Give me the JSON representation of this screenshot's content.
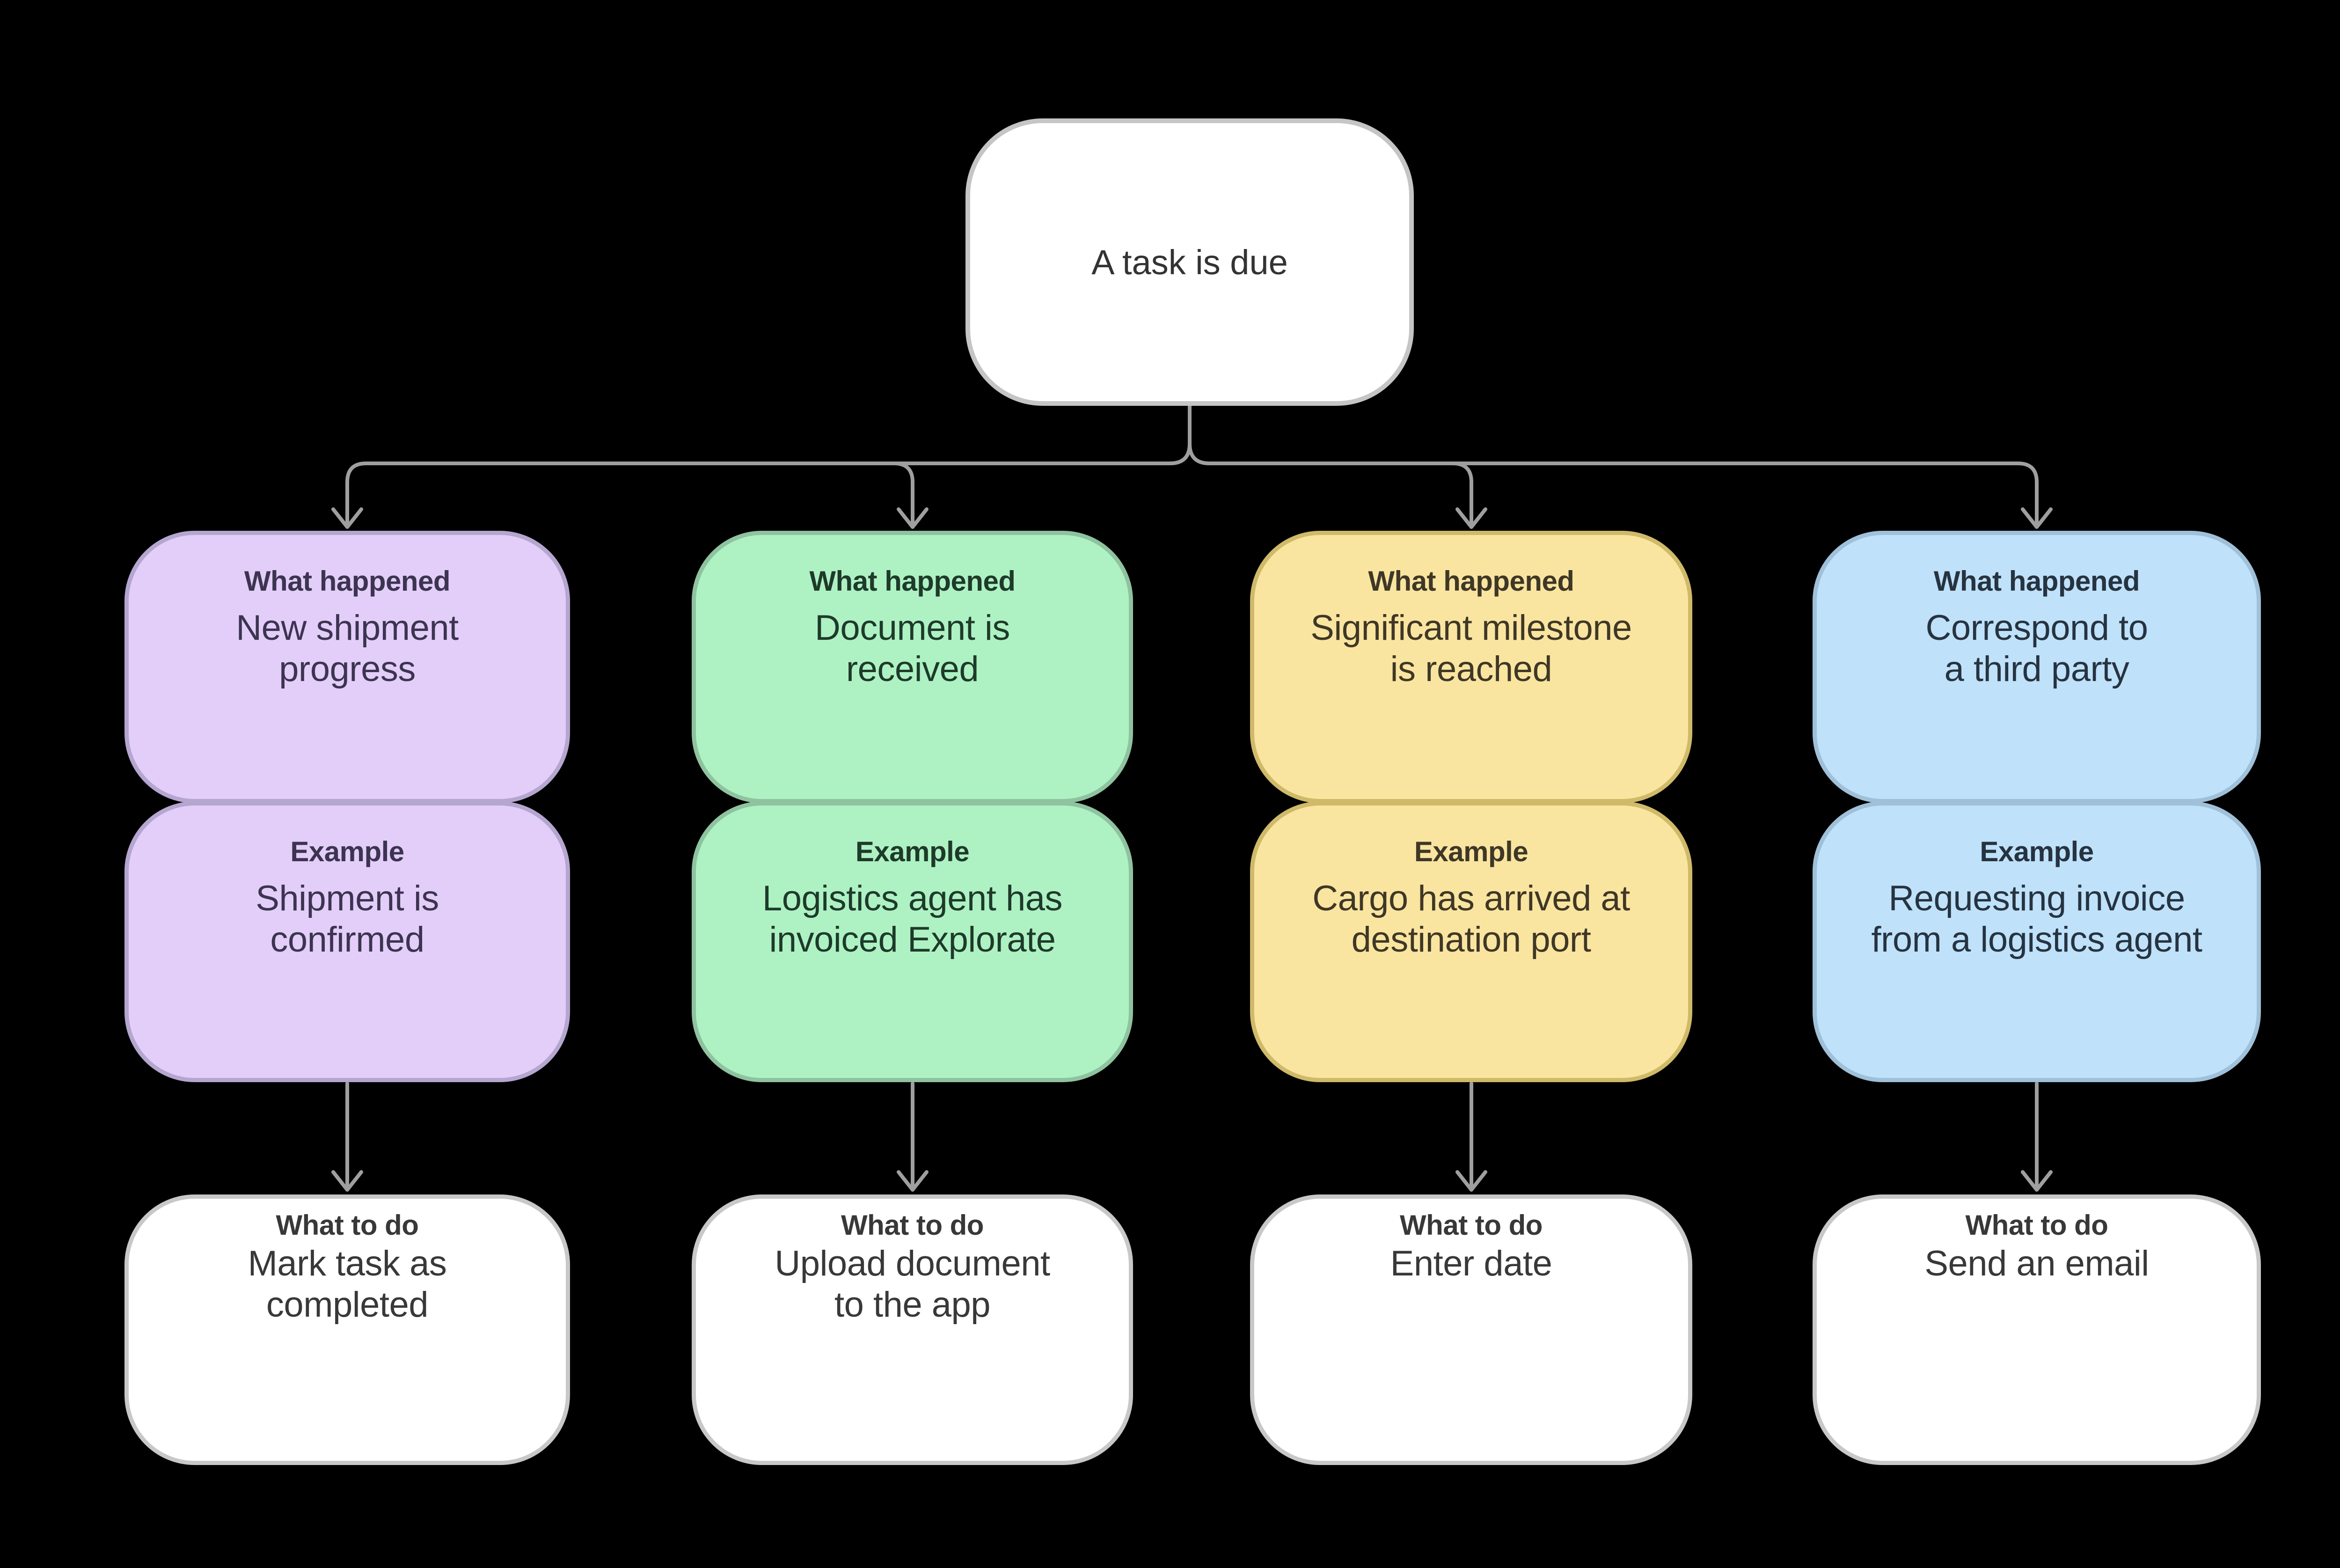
{
  "background": "#000000",
  "root": {
    "label": "A task is due"
  },
  "labels": {
    "what_happened": "What happened",
    "example": "Example",
    "what_to_do": "What to do"
  },
  "columns": [
    {
      "name": "new-shipment-progress",
      "palette": "purple",
      "what_happened": [
        "New shipment",
        "progress"
      ],
      "example": [
        "Shipment is",
        "confirmed"
      ],
      "what_to_do": [
        "Mark task as",
        "completed"
      ]
    },
    {
      "name": "document-received",
      "palette": "green",
      "what_happened": [
        "Document is",
        "received"
      ],
      "example": [
        "Logistics agent has",
        "invoiced Explorate"
      ],
      "what_to_do": [
        "Upload document",
        "to the app"
      ]
    },
    {
      "name": "significant-milestone",
      "palette": "yellow",
      "what_happened": [
        "Significant milestone",
        "is reached"
      ],
      "example": [
        "Cargo has arrived at",
        "destination port"
      ],
      "what_to_do": [
        "Enter date"
      ]
    },
    {
      "name": "correspond-third-party",
      "palette": "blue",
      "what_happened": [
        "Correspond to",
        "a third party"
      ],
      "example": [
        "Requesting invoice",
        "from a logistics agent"
      ],
      "what_to_do": [
        "Send an email"
      ]
    }
  ],
  "colors": {
    "purple": {
      "fill": "#e3cefa",
      "border": "#b5a6cf",
      "text": "#3c3450"
    },
    "green": {
      "fill": "#aef2c4",
      "border": "#8fc3a0",
      "text": "#1e3a2a"
    },
    "yellow": {
      "fill": "#f9e5a0",
      "border": "#cfba69",
      "text": "#3f3726"
    },
    "blue": {
      "fill": "#bfe1fa",
      "border": "#9fc0d8",
      "text": "#263340"
    },
    "card": {
      "fill": "#ffffff",
      "border": "#c8c8c8",
      "text": "#383838"
    },
    "connector": "#9f9f9f"
  }
}
